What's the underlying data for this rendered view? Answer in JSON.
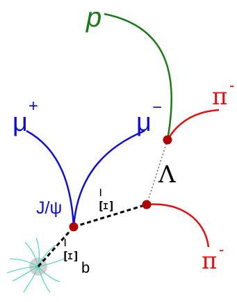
{
  "labels": {
    "proton": "p",
    "mu_plus_base": "μ",
    "mu_plus_sup": "+",
    "mu_minus_base": "μ",
    "mu_minus_sup": "−",
    "pi_top_base": "π",
    "pi_top_sup": "-",
    "pi_bottom_base": "π",
    "pi_bottom_sup": "-",
    "lambda": "Λ",
    "jpsi": "J/ψ",
    "xi_minus_base": "Ξ",
    "xi_minus_sup": "−",
    "xi_b_base": "Ξ",
    "xi_b_sup": "−",
    "xi_b_sub": "b"
  },
  "colors": {
    "proton": "#1a7a1a",
    "muons": "#1010d0",
    "pions": "#e01010",
    "vertex": "#b00000",
    "primary_tracks": "#40d0c0",
    "primary_vertex": "#c8c0b8",
    "dashed_track": "#000000",
    "text": "#000000"
  }
}
